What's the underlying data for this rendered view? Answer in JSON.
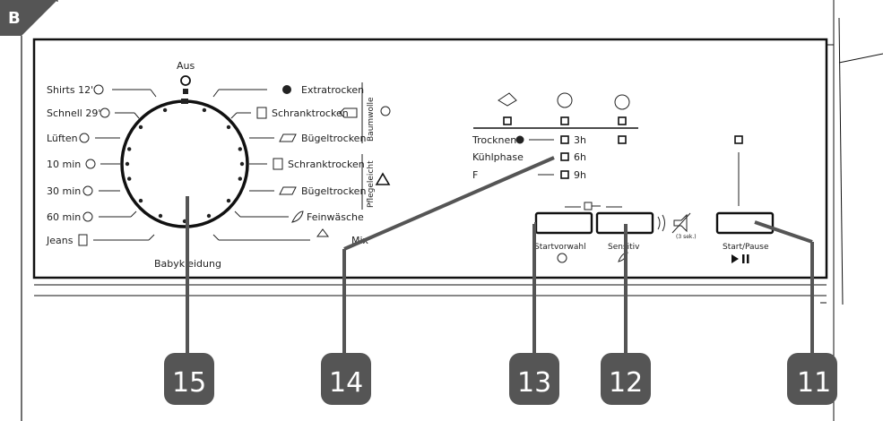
{
  "corner_label": "B",
  "dial": {
    "top_label": "Aus",
    "bottom_label": "Babykleidung",
    "left_programs": [
      "Shirts 12'",
      "Schnell 29'",
      "Lüften",
      "10 min",
      "30 min",
      "60 min",
      "Jeans"
    ],
    "right_programs": [
      "Extratrocken",
      "Schranktrocken",
      "Bügeltrocken",
      "Schranktrocken",
      "Bügeltrocken",
      "Feinwäsche",
      "Mix"
    ],
    "group_labels": [
      "Baumwolle",
      "Pflegeleicht"
    ]
  },
  "status": {
    "rows": [
      "Trocknen",
      "Kühlphase",
      "F"
    ],
    "times": [
      "3h",
      "6h",
      "9h"
    ]
  },
  "buttons": {
    "startvorwahl": "Startvorwahl",
    "sensitiv": "Sensitiv",
    "start_pause": "Start/Pause",
    "mute_hint": "(3 sek.)"
  },
  "callouts": [
    "15",
    "14",
    "13",
    "12",
    "11"
  ],
  "colors": {
    "callout": "#555555",
    "line": "#222222"
  }
}
